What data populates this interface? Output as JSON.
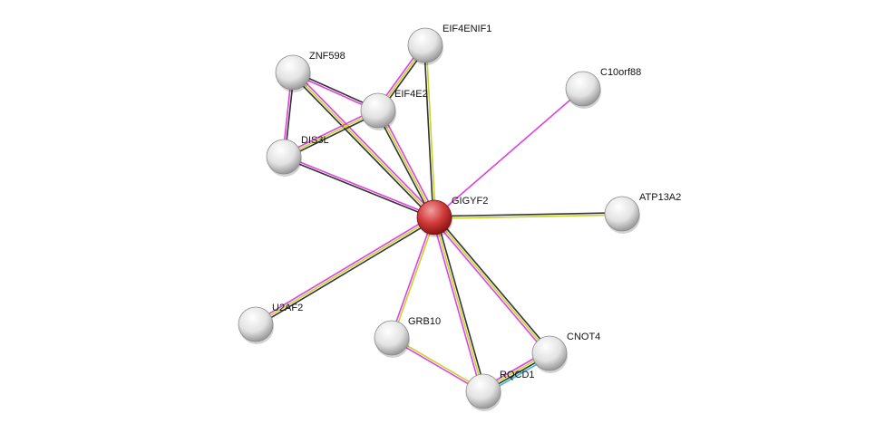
{
  "title": "GIGYF2 protein interaction network",
  "colors": {
    "coexpression": "#333333",
    "textmining": "#c6d42a",
    "experiments": "#e040e0",
    "database": "#3ebbd6",
    "query_node": "#d03030",
    "node": "#e6e6e6"
  },
  "nodes": [
    {
      "id": "GIGYF2",
      "label": "GIGYF2",
      "query": true
    },
    {
      "id": "ZNF598",
      "label": "ZNF598"
    },
    {
      "id": "EIF4ENIF1",
      "label": "EIF4ENIF1"
    },
    {
      "id": "EIF4E2",
      "label": "EIF4E2"
    },
    {
      "id": "DIS3L",
      "label": "DIS3L"
    },
    {
      "id": "C10orf88",
      "label": "C10orf88"
    },
    {
      "id": "ATP13A2",
      "label": "ATP13A2"
    },
    {
      "id": "U2AF2",
      "label": "U2AF2"
    },
    {
      "id": "GRB10",
      "label": "GRB10"
    },
    {
      "id": "CNOT4",
      "label": "CNOT4"
    },
    {
      "id": "RQCD1",
      "label": "RQCD1"
    }
  ],
  "edges": [
    {
      "a": "GIGYF2",
      "b": "ZNF598",
      "types": [
        "coexpression",
        "textmining",
        "experiments"
      ]
    },
    {
      "a": "GIGYF2",
      "b": "EIF4ENIF1",
      "types": [
        "coexpression",
        "textmining"
      ]
    },
    {
      "a": "GIGYF2",
      "b": "EIF4E2",
      "types": [
        "coexpression",
        "textmining",
        "experiments"
      ]
    },
    {
      "a": "GIGYF2",
      "b": "DIS3L",
      "types": [
        "coexpression",
        "experiments"
      ]
    },
    {
      "a": "GIGYF2",
      "b": "C10orf88",
      "types": [
        "experiments"
      ]
    },
    {
      "a": "GIGYF2",
      "b": "ATP13A2",
      "types": [
        "coexpression",
        "textmining"
      ]
    },
    {
      "a": "GIGYF2",
      "b": "U2AF2",
      "types": [
        "coexpression",
        "textmining",
        "experiments"
      ]
    },
    {
      "a": "GIGYF2",
      "b": "GRB10",
      "types": [
        "textmining",
        "experiments"
      ]
    },
    {
      "a": "GIGYF2",
      "b": "RQCD1",
      "types": [
        "coexpression",
        "textmining",
        "experiments"
      ]
    },
    {
      "a": "GIGYF2",
      "b": "CNOT4",
      "types": [
        "coexpression",
        "textmining",
        "experiments"
      ]
    },
    {
      "a": "ZNF598",
      "b": "EIF4E2",
      "types": [
        "coexpression",
        "experiments"
      ]
    },
    {
      "a": "ZNF598",
      "b": "DIS3L",
      "types": [
        "coexpression",
        "experiments"
      ]
    },
    {
      "a": "EIF4ENIF1",
      "b": "EIF4E2",
      "types": [
        "coexpression",
        "textmining",
        "experiments"
      ]
    },
    {
      "a": "EIF4E2",
      "b": "DIS3L",
      "types": [
        "coexpression",
        "textmining",
        "experiments"
      ]
    },
    {
      "a": "GRB10",
      "b": "RQCD1",
      "types": [
        "textmining",
        "experiments"
      ]
    },
    {
      "a": "CNOT4",
      "b": "RQCD1",
      "types": [
        "database",
        "coexpression",
        "textmining",
        "experiments"
      ]
    }
  ]
}
